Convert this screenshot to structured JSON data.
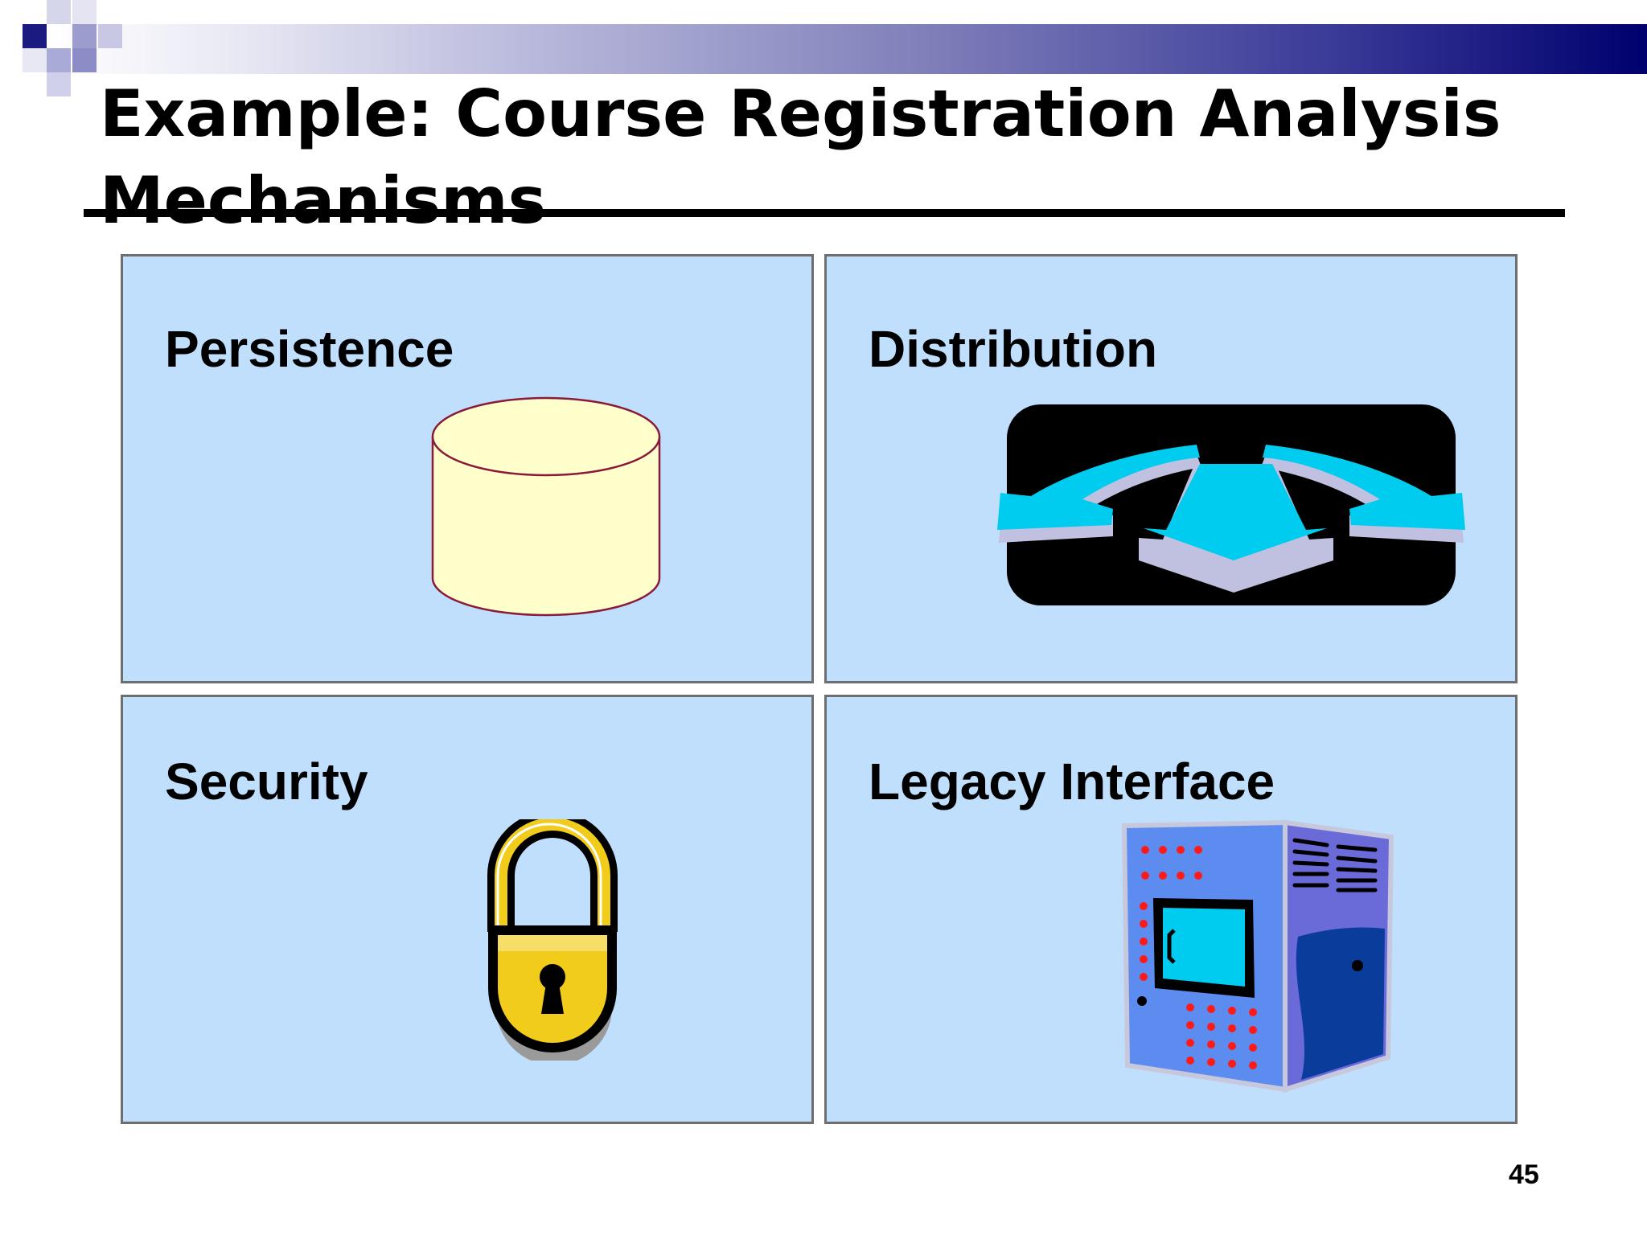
{
  "slide": {
    "title": "Example: Course Registration Analysis\nMechanisms",
    "page_number": "45"
  },
  "colors": {
    "panel_background": "#bfdffc",
    "panel_border": "#6e6e6e",
    "header_gradient_end": "#00006e"
  },
  "panels": [
    {
      "label": "Persistence",
      "icon": "database-cylinder-icon"
    },
    {
      "label": "Distribution",
      "icon": "distribution-arrows-icon"
    },
    {
      "label": "Security",
      "icon": "padlock-icon"
    },
    {
      "label": "Legacy Interface",
      "icon": "mainframe-computer-icon"
    }
  ]
}
